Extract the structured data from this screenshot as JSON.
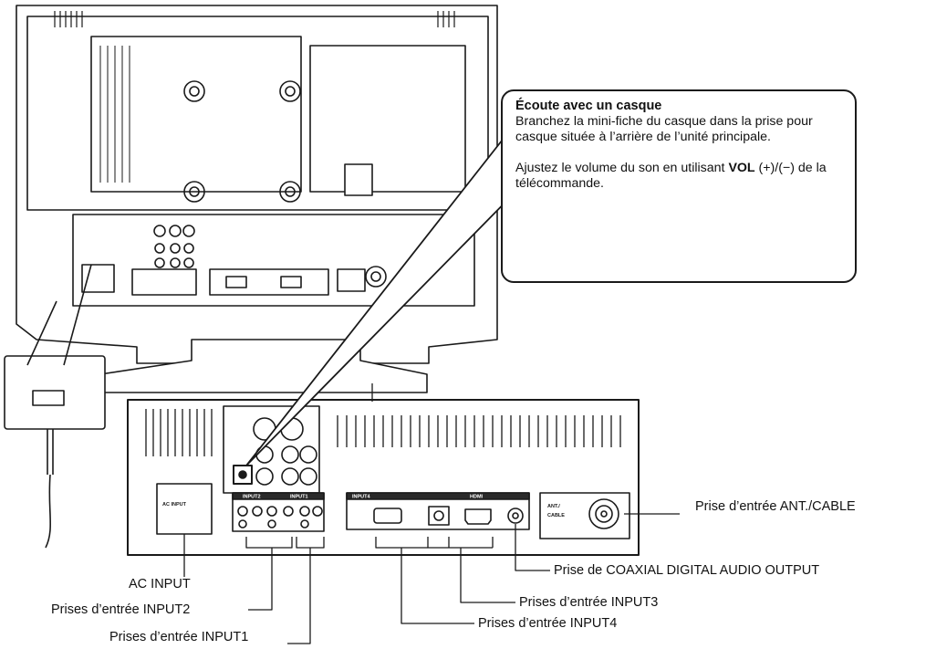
{
  "callout": {
    "title": "Écoute avec un casque",
    "para1": "Branchez la mini-fiche du casque dans la prise pour casque située à l’arrière de l’unité principale.",
    "para2_pre": "Ajustez le volume du son en utilisant ",
    "para2_bold": "VOL",
    "para2_post": " (+)/(−) de la télécommande."
  },
  "labels": {
    "ant_cable": "Prise d’entrée ANT./CABLE",
    "coaxial": "Prise de COAXIAL DIGITAL AUDIO OUTPUT",
    "input3": "Prises d’entrée INPUT3",
    "input4": "Prises d’entrée INPUT4",
    "ac_input": "AC INPUT",
    "input2": "Prises d’entrée INPUT2",
    "input1": "Prises d’entrée INPUT1"
  },
  "panel_print": {
    "ac_input": "AC INPUT",
    "ant_cable_1": "ANT./",
    "ant_cable_2": "CABLE",
    "input2": "INPUT2",
    "input1": "INPUT1",
    "input4": "INPUT4",
    "hdmi": "HDMI"
  },
  "colors": {
    "line": "#1a1a1a",
    "panel_fill": "#f7f7f7",
    "dark_fill": "#2a2a2a"
  }
}
